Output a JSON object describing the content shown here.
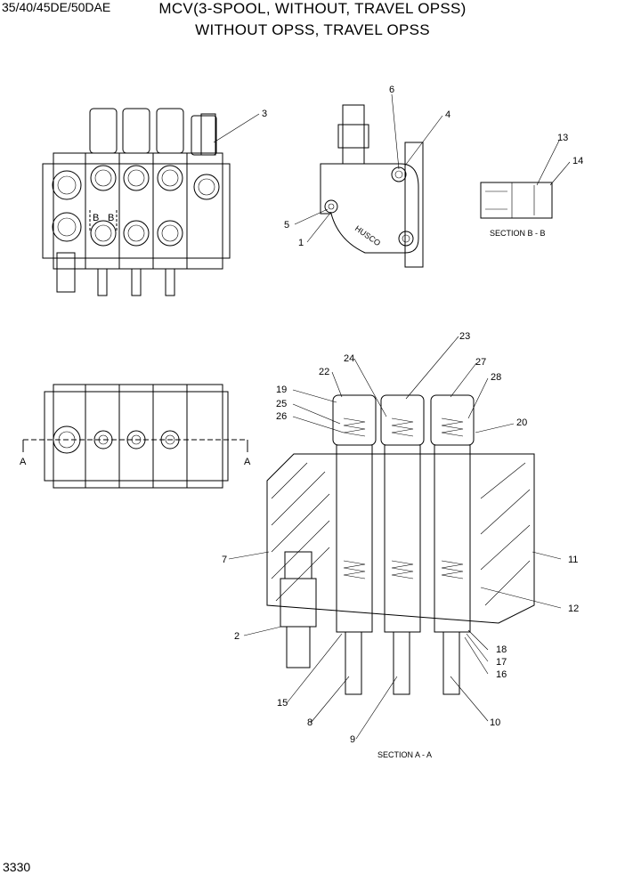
{
  "header": {
    "model": "35/40/45DE/50DAE",
    "title_line1": "MCV(3-SPOOL, WITHOUT, TRAVEL OPSS)",
    "title_line2": "WITHOUT OPSS, TRAVEL OPSS"
  },
  "footer": {
    "page_number": "3330"
  },
  "captions": {
    "section_bb": "SECTION B - B",
    "section_aa": "SECTION A - A"
  },
  "view_markers": {
    "b": "B",
    "a": "A"
  },
  "callouts": [
    "1",
    "2",
    "3",
    "4",
    "5",
    "6",
    "7",
    "8",
    "9",
    "10",
    "11",
    "12",
    "13",
    "14",
    "15",
    "16",
    "17",
    "18",
    "19",
    "20",
    "22",
    "23",
    "24",
    "25",
    "26",
    "27",
    "28"
  ]
}
